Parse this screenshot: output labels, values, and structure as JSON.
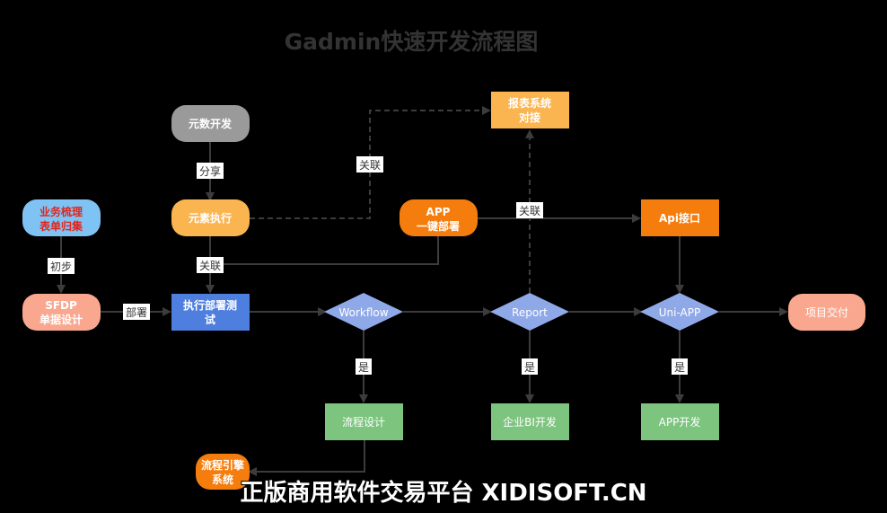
{
  "title": "Gadmin快速开发流程图",
  "colors": {
    "gray": "#9a9a9a",
    "yellow": "#fbb550",
    "orange": "#f57d0d",
    "salmon": "#f9a88f",
    "lightblue": "#7fc3f5",
    "blue": "#4e7fde",
    "diamond": "#8fa8e8",
    "green": "#7dc47f",
    "line": "#3c3c3c"
  },
  "nodes": {
    "yuanshu": "元数开发",
    "yuansu": "元素执行",
    "baobiao": [
      "报表系统",
      "对接"
    ],
    "app_deploy": [
      "APP",
      "一键部署"
    ],
    "api": "Api接口",
    "yewu": [
      "业务梳理",
      "表单归集"
    ],
    "sfdp": [
      "SFDP",
      "单据设计"
    ],
    "zhixing": [
      "执行部署测",
      "试"
    ],
    "workflow": "Workflow",
    "report": "Report",
    "uniapp": "Uni-APP",
    "jiaofu": "项目交付",
    "liucheng": "流程设计",
    "bi": "企业BI开发",
    "appdev": "APP开发",
    "engine": [
      "流程引擎",
      "系统"
    ]
  },
  "edge_labels": {
    "share": "分享",
    "guanlian_top": "关联",
    "guanlian_mid": "关联",
    "guanlian_left": "关联",
    "chubu": "初步",
    "bushu": "部署",
    "shi_wf": "是",
    "shi_rp": "是",
    "shi_uni": "是"
  },
  "watermark": "正版商用软件交易平台 XIDISOFT.CN"
}
